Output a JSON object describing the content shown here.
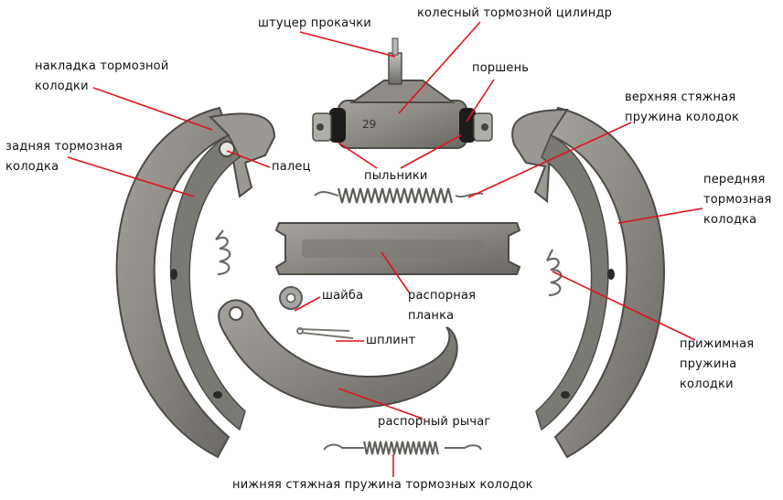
{
  "labels": {
    "bleeder": "штуцер прокачки",
    "wheel_cylinder": "колесный тормозной цилиндр",
    "lining": "накладка тормозной\nколодки",
    "piston": "поршень",
    "upper_spring": "верхняя стяжная\nпружина колодок",
    "rear_shoe": "задняя тормозная\nколодка",
    "pin": "палец",
    "boots": "пыльники",
    "front_shoe": "передняя\nтормозная\nколодка",
    "strut": "распорная\nпланка",
    "washer": "шайба",
    "cotter_pin": "шплинт",
    "hold_down_spring": "прижимная\nпружина\nколодки",
    "lever": "распорный рычаг",
    "lower_spring": "нижняя стяжная пружина тормозных колодок"
  },
  "cylinder_marking": "29",
  "colors": {
    "leader": "#e0141e",
    "metal": "#8c8a86",
    "metal_dark": "#55534f",
    "rubber": "#1c1c1c"
  }
}
